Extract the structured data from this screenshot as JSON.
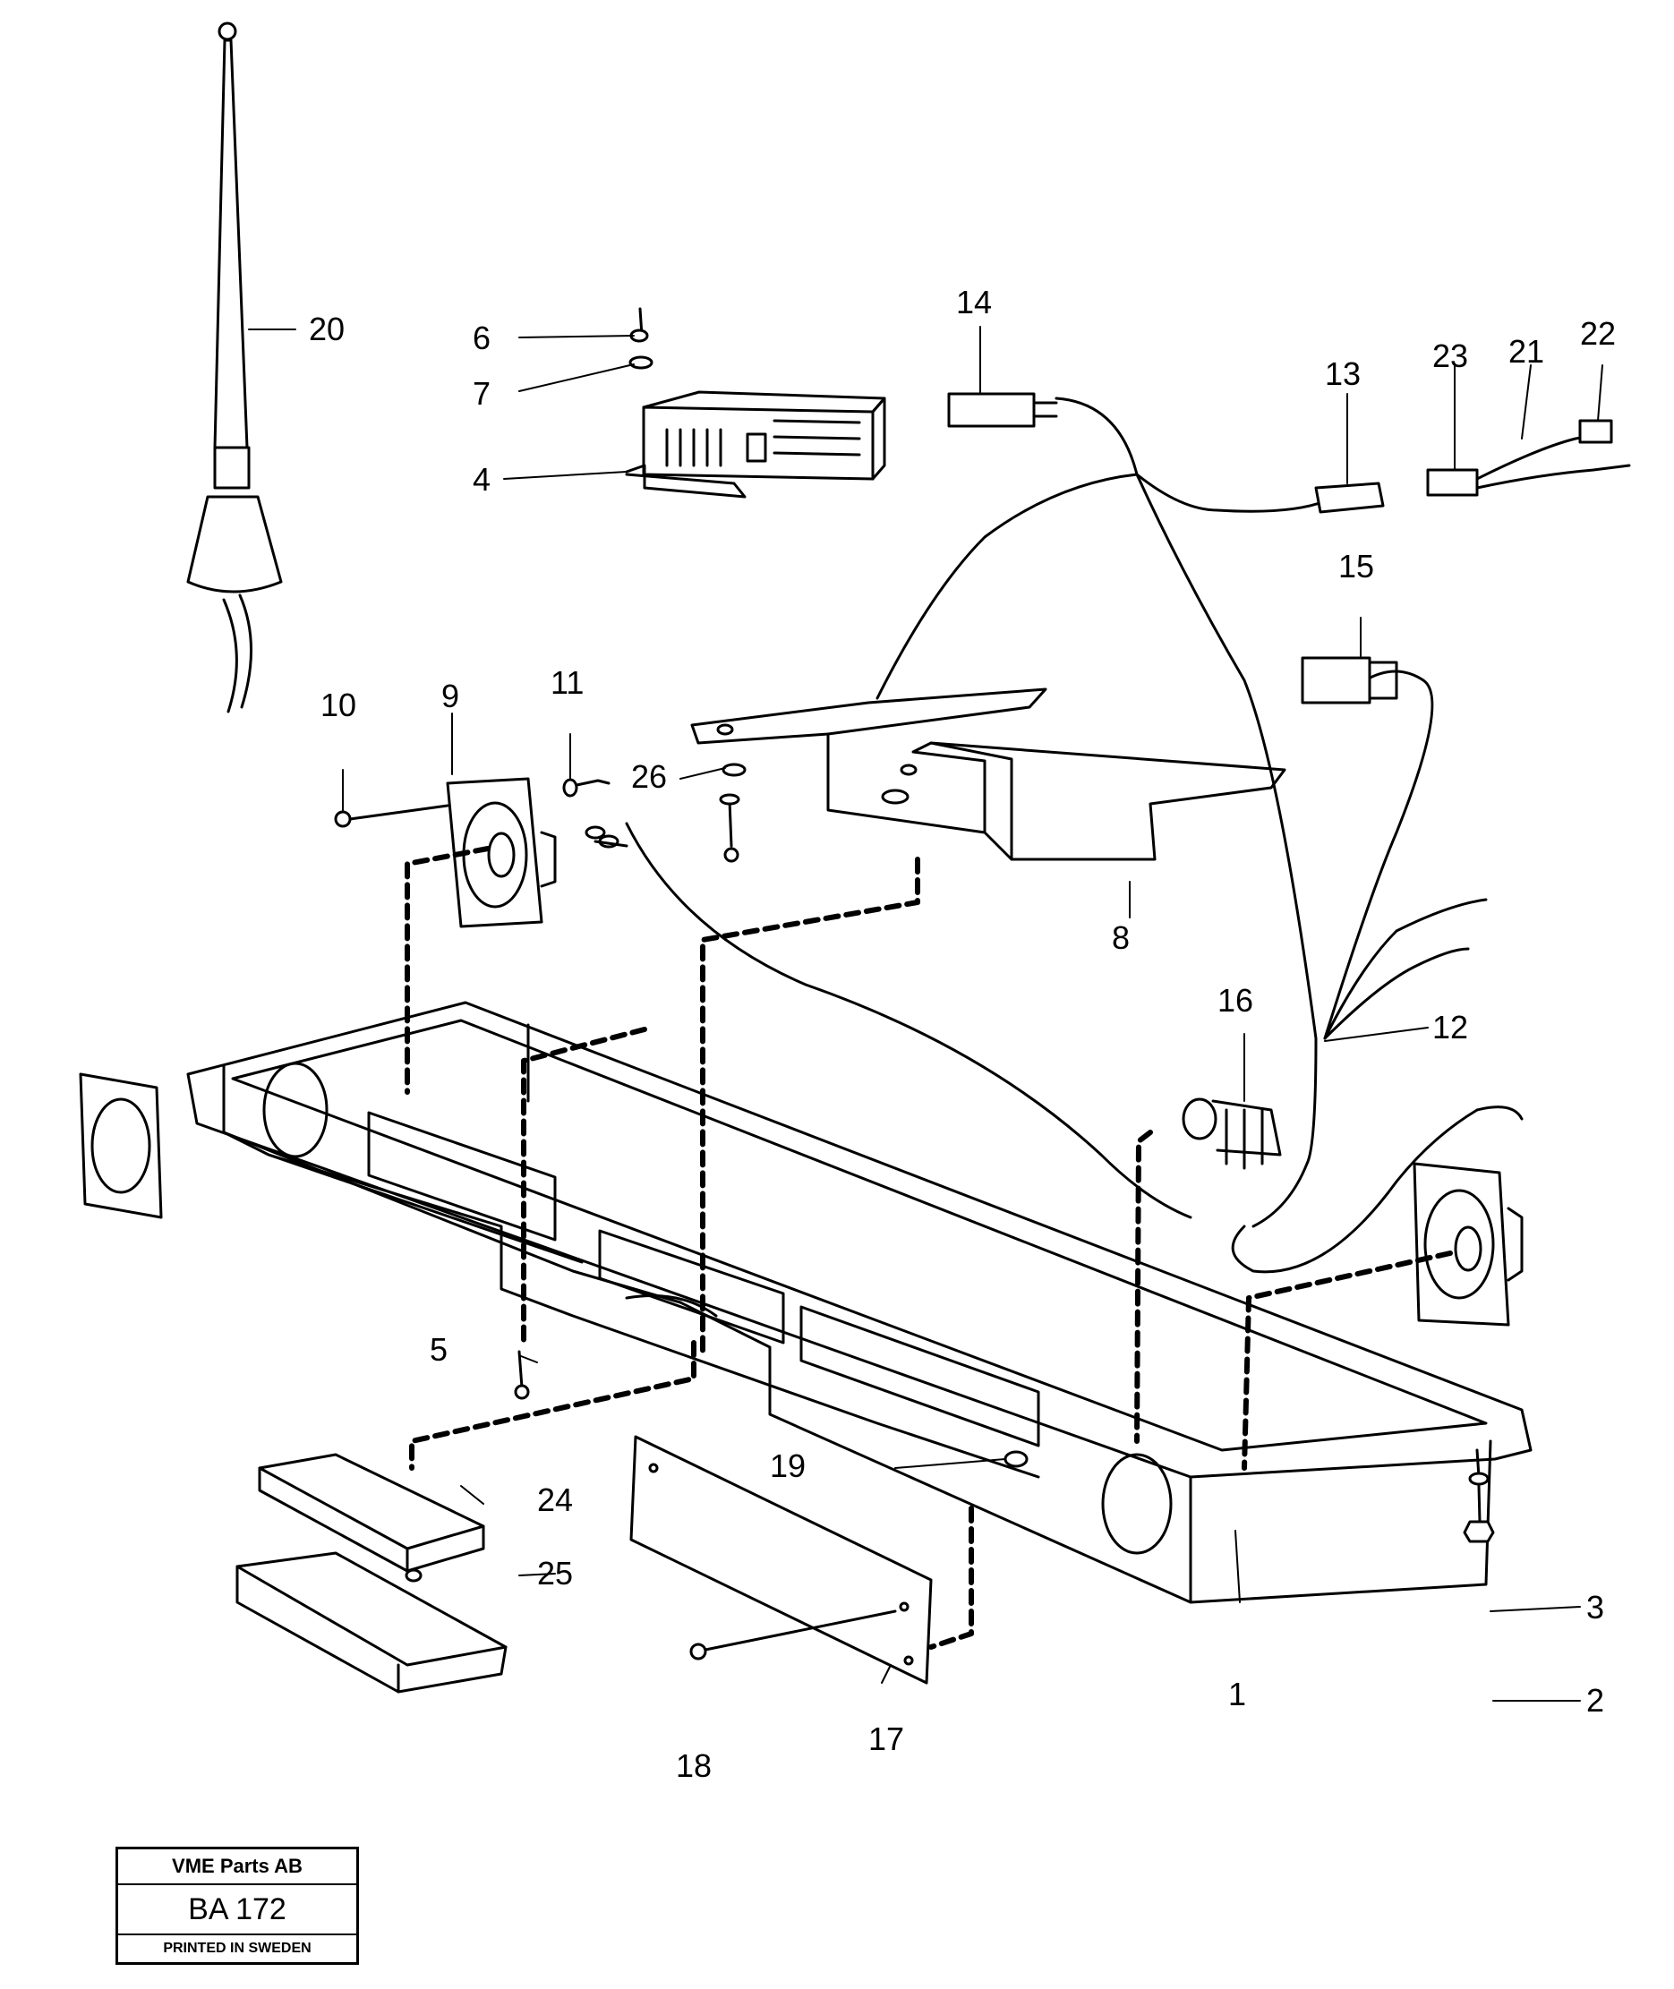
{
  "callouts": {
    "p1": "1",
    "p2": "2",
    "p3": "3",
    "p4": "4",
    "p5": "5",
    "p6": "6",
    "p7": "7",
    "p8": "8",
    "p9": "9",
    "p10": "10",
    "p11": "11",
    "p12": "12",
    "p13": "13",
    "p14": "14",
    "p15": "15",
    "p16": "16",
    "p17": "17",
    "p18": "18",
    "p19": "19",
    "p20": "20",
    "p21": "21",
    "p22": "22",
    "p23": "23",
    "p24": "24",
    "p25": "25",
    "p26": "26"
  },
  "stamp": {
    "company": "VME Parts AB",
    "drawing_number": "BA 172",
    "printed": "PRINTED IN SWEDEN"
  }
}
